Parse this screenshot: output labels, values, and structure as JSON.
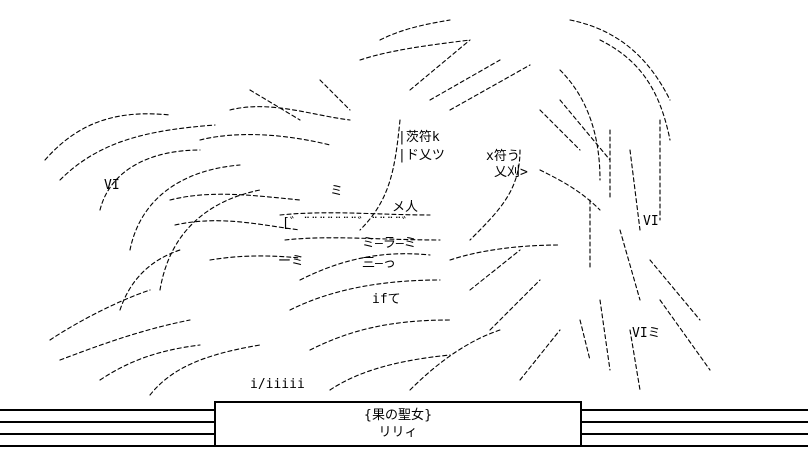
{
  "caption": {
    "title": "{果の聖女}",
    "name": "リリィ"
  },
  "art_glyphs": {
    "kanji_1": "|茨符k",
    "kanji_2": "|ド乂ツ",
    "kanji_3": "x符う",
    "kanji_4": "乂刈>",
    "roman_left": "VI",
    "roman_right_1": "VI",
    "roman_right_2": "VIミ",
    "mark_1": "ミ",
    "mark_2": "ミ―ラ―ミ",
    "mark_3": "三―っ",
    "mark_4": "ifて",
    "mark_5": "i/iiiii",
    "mark_6": "メ人",
    "mark_7": "ーミ",
    "mark_8": "[゛¨¨¨¨¨¨¨゛¨¨¨¨゛"
  },
  "colors": {
    "ink": "#000000",
    "paper": "#ffffff"
  }
}
